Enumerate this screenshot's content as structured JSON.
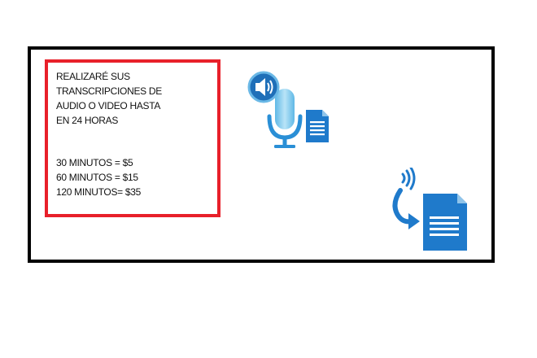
{
  "banner": {
    "headline_lines": [
      "REALIZARÉ SUS",
      "TRANSCRIPCIONES DE",
      "AUDIO O VIDEO HASTA",
      "EN 24 HORAS"
    ],
    "prices": [
      "30 MINUTOS =  $5",
      "60 MINUTOS = $15",
      "120 MINUTOS= $35"
    ],
    "colors": {
      "frame": "#000000",
      "text_box_border": "#e8202a",
      "icon_blue": "#1f7acb",
      "icon_light_blue": "#8fd0ee"
    },
    "icons": [
      "speaker-icon",
      "microphone-icon",
      "document-icon",
      "sound-waves-icon",
      "curved-arrow-icon",
      "large-document-icon"
    ]
  }
}
